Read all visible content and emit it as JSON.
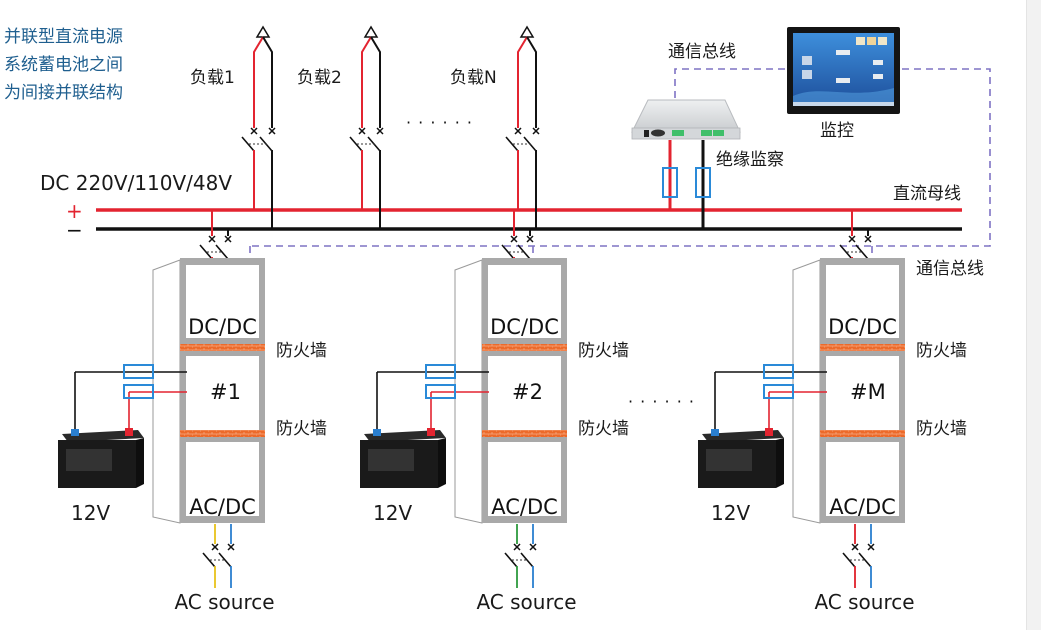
{
  "title_lines": [
    "并联型直流电源",
    "系统蓄电池之间",
    "为间接并联结构"
  ],
  "bus": {
    "voltage_label": "DC 220V/110V/48V",
    "plus": "+",
    "minus": "−",
    "dc_bus_label": "直流母线"
  },
  "loads": [
    {
      "label": "负载1"
    },
    {
      "label": "负载2"
    },
    {
      "label": "负载N"
    }
  ],
  "load_ellipsis": "· · · · · ·",
  "comm_bus_label_top": "通信总线",
  "comm_bus_label_right": "通信总线",
  "insulation_monitor_label": "绝缘监察",
  "monitor_label": "监控",
  "units": [
    {
      "id": "#1",
      "dcdc": "DC/DC",
      "acdc": "AC/DC",
      "firewall1": "防火墙",
      "firewall2": "防火墙",
      "battery": "12V",
      "ac_source": "AC source",
      "ac_line_color": "#e8c21a"
    },
    {
      "id": "#2",
      "dcdc": "DC/DC",
      "acdc": "AC/DC",
      "firewall1": "防火墙",
      "firewall2": "防火墙",
      "battery": "12V",
      "ac_source": "AC source",
      "ac_line_color": "#2e9a3e"
    },
    {
      "id": "#M",
      "dcdc": "DC/DC",
      "acdc": "AC/DC",
      "firewall1": "防火墙",
      "firewall2": "防火墙",
      "battery": "12V",
      "ac_source": "AC source",
      "ac_line_color": "#e0202a"
    }
  ],
  "unit_ellipsis": "· · · · · ·",
  "colors": {
    "positive": "#e32430",
    "negative": "#111111",
    "comm_bus": "#7f73c4",
    "fuse": "#2a8ad8",
    "neutral": "#2a7fd0",
    "firewall": "#ec6a2a",
    "cabinet": "#a9a9a9",
    "title": "#1f5f8f"
  }
}
